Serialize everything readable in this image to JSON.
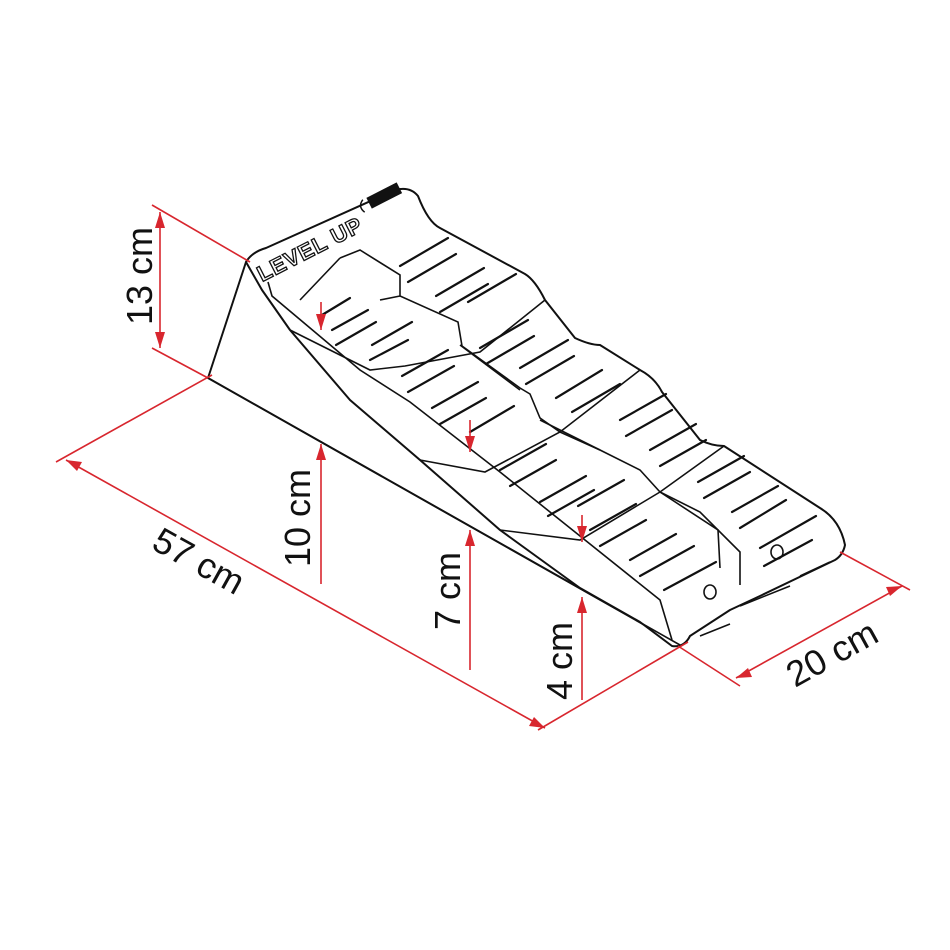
{
  "diagram": {
    "subject": "Leveling ramp (wheel level block) with three step heights",
    "product_label": "LEVEL UP",
    "colors": {
      "dimension_line": "#d8262e",
      "outline": "#111111",
      "background": "#ffffff"
    },
    "dimensions": {
      "overall_height": {
        "label": "13 cm",
        "value": 13,
        "unit": "cm"
      },
      "step_1_height": {
        "label": "10 cm",
        "value": 10,
        "unit": "cm"
      },
      "step_2_height": {
        "label": "7 cm",
        "value": 7,
        "unit": "cm"
      },
      "step_3_height": {
        "label": "4 cm",
        "value": 4,
        "unit": "cm"
      },
      "length": {
        "label": "57 cm",
        "value": 57,
        "unit": "cm"
      },
      "width": {
        "label": "20 cm",
        "value": 20,
        "unit": "cm"
      }
    }
  }
}
